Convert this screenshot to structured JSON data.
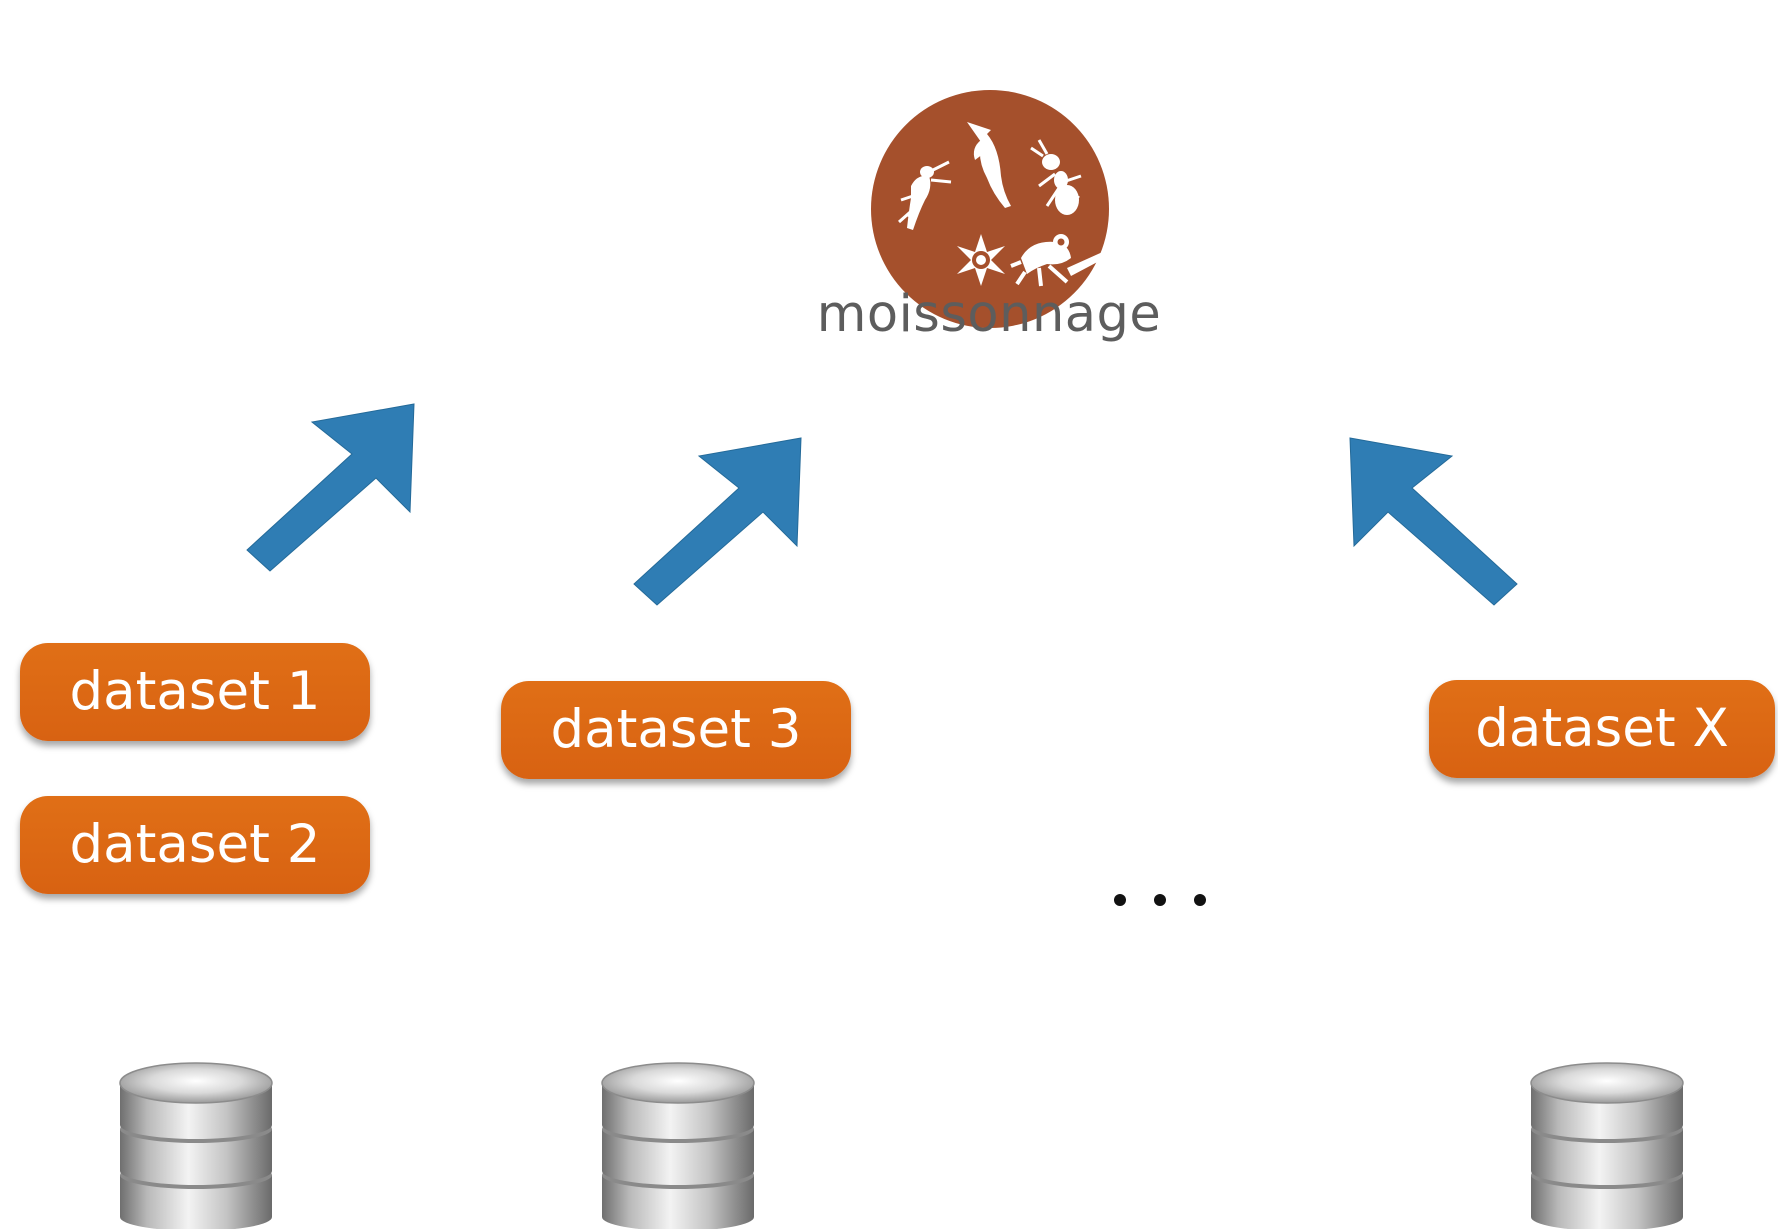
{
  "logo": {
    "icon": "biodiversity-logo-icon",
    "color": "#a5502c"
  },
  "caption": "moissonnage",
  "datasets": [
    {
      "label": "dataset 1"
    },
    {
      "label": "dataset 2"
    },
    {
      "label": "dataset 3"
    },
    {
      "label": "dataset X"
    }
  ],
  "ellipsis": "…",
  "colors": {
    "pill": "#dc6814",
    "arrow": "#2f7db4",
    "logo": "#a5502c",
    "caption": "#5d5d5d"
  },
  "icons": {
    "arrow": "arrow-up-icon",
    "database": "database-icon"
  }
}
